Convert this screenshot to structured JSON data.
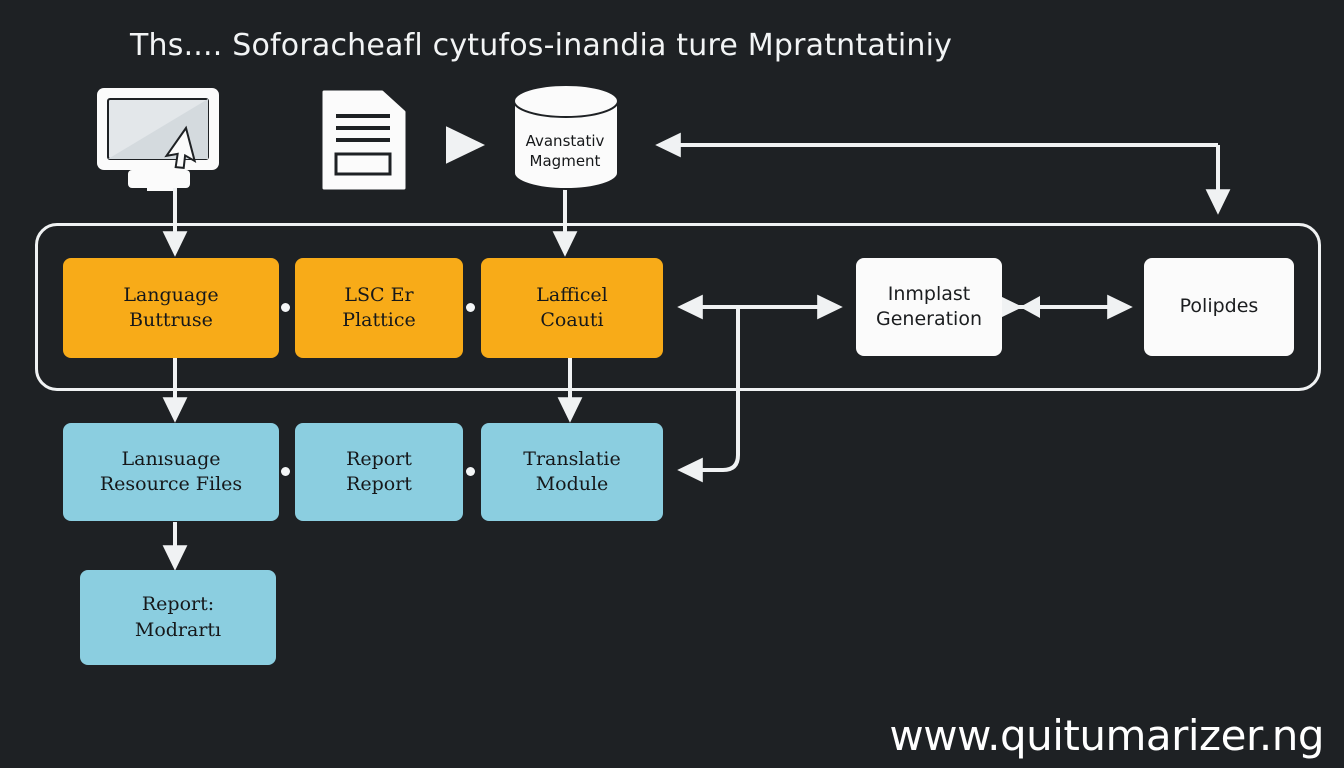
{
  "title": "Ths.... Soforacheafl cytufos-inandia ture Mpratntatiniy",
  "watermark": "www.quitumarizer.ng",
  "colors": {
    "background": "#1e2124",
    "process": "#F8AB18",
    "resource": "#8BCEE0",
    "plain": "#FBFBFB",
    "stroke": "#F0F2F3",
    "text_dark": "#16181A",
    "text_light": "#F2F4F5"
  },
  "icons": {
    "computer": "monitor-cursor-icon",
    "document": "document-icon",
    "arrow": "arrow-right-icon",
    "database": "database-cylinder-icon"
  },
  "database": {
    "label_line1": "Avanstativ",
    "label_line2": "Magment"
  },
  "nodes": {
    "process_row": [
      {
        "line1": "Language",
        "line2": "Buttruse"
      },
      {
        "line1": "LSC Er",
        "line2": "Plattice"
      },
      {
        "line1": "Lafficel",
        "line2": "Coauti"
      }
    ],
    "plain_row": [
      {
        "line1": "Inmplast",
        "line2": "Generation"
      },
      {
        "line1": "Polipdes",
        "line2": ""
      }
    ],
    "resource_row": [
      {
        "line1": "Lanısuage",
        "line2": "Resource Files"
      },
      {
        "line1": "Report",
        "line2": "Report"
      },
      {
        "line1": "Translatie",
        "line2": "Module"
      }
    ],
    "output": {
      "line1": "Report:",
      "line2": "Modrartı"
    }
  }
}
